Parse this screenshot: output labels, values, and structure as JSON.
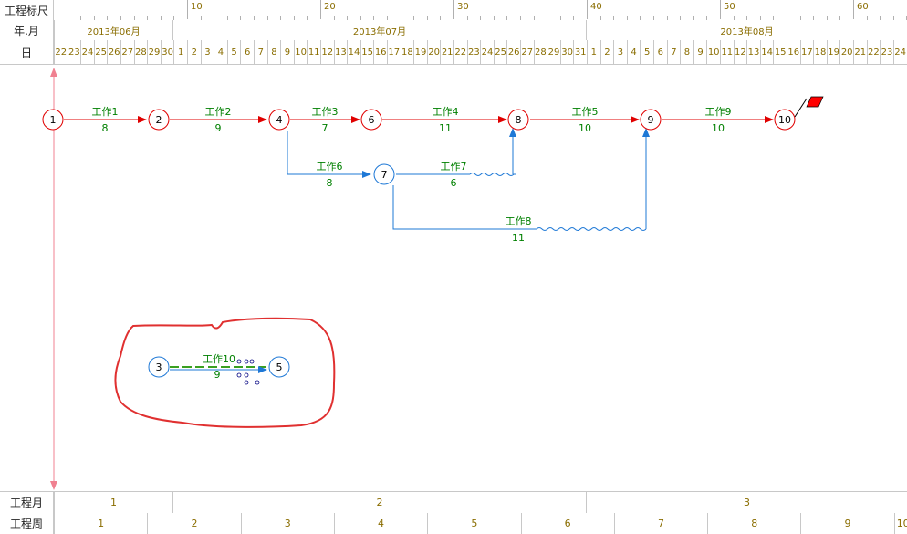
{
  "header": {
    "ruler_label": "工程标尺",
    "yearmonth_label": "年.月",
    "day_label": "日",
    "ruler_numbers": [
      "10",
      "20",
      "30",
      "40",
      "50",
      "60"
    ],
    "months": [
      "2013年06月",
      "2013年07月",
      "2013年08月"
    ],
    "days": [
      "22",
      "23",
      "24",
      "25",
      "26",
      "27",
      "28",
      "29",
      "30",
      "1",
      "2",
      "3",
      "4",
      "5",
      "6",
      "7",
      "8",
      "9",
      "10",
      "11",
      "12",
      "13",
      "14",
      "15",
      "16",
      "17",
      "18",
      "19",
      "20",
      "21",
      "22",
      "23",
      "24",
      "25",
      "26",
      "27",
      "28",
      "29",
      "30",
      "31",
      "1",
      "2",
      "3",
      "4",
      "5",
      "6",
      "7",
      "8",
      "9",
      "10",
      "11",
      "12",
      "13",
      "14",
      "15",
      "16",
      "17",
      "18",
      "19",
      "20",
      "21",
      "22",
      "23",
      "24"
    ]
  },
  "footer": {
    "month_label": "工程月",
    "week_label": "工程周",
    "months": [
      "1",
      "2",
      "3"
    ],
    "weeks": [
      "1",
      "2",
      "3",
      "4",
      "5",
      "6",
      "7",
      "8",
      "9",
      "10"
    ]
  },
  "network": {
    "nodes": [
      {
        "id": "1"
      },
      {
        "id": "2"
      },
      {
        "id": "4"
      },
      {
        "id": "6"
      },
      {
        "id": "8"
      },
      {
        "id": "9"
      },
      {
        "id": "10"
      },
      {
        "id": "7"
      },
      {
        "id": "3"
      },
      {
        "id": "5"
      }
    ],
    "tasks": [
      {
        "name": "工作1",
        "duration": "8",
        "critical": true
      },
      {
        "name": "工作2",
        "duration": "9",
        "critical": true
      },
      {
        "name": "工作3",
        "duration": "7",
        "critical": true
      },
      {
        "name": "工作4",
        "duration": "11",
        "critical": true
      },
      {
        "name": "工作5",
        "duration": "10",
        "critical": true
      },
      {
        "name": "工作9",
        "duration": "10",
        "critical": true
      },
      {
        "name": "工作6",
        "duration": "8",
        "critical": false
      },
      {
        "name": "工作7",
        "duration": "6",
        "critical": false
      },
      {
        "name": "工作8",
        "duration": "11",
        "critical": false
      },
      {
        "name": "工作10",
        "duration": "9",
        "critical": false
      }
    ]
  },
  "colors": {
    "critical": "#e00000",
    "normal": "#1e78d6",
    "task_text": "#008000",
    "grid": "#c8c8c8",
    "ruler_text": "#8a6d00",
    "annotation": "#e03030",
    "flag": "#ff0000"
  }
}
